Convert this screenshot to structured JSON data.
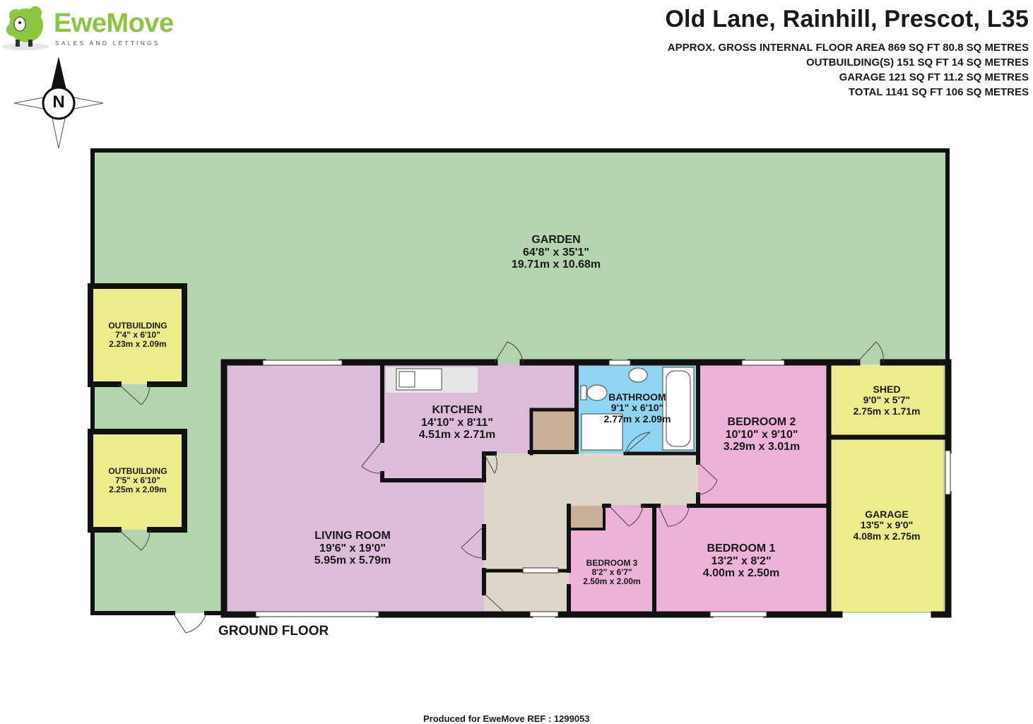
{
  "header": {
    "address": "Old Lane, Rainhill, Prescot, L35",
    "area_lines": [
      "APPROX. GROSS INTERNAL FLOOR AREA 869 SQ FT 80.8 SQ METRES",
      "OUTBUILDING(S) 151 SQ FT 14 SQ METRES",
      "GARAGE 121 SQ FT 11.2 SQ METRES",
      "TOTAL 1141 SQ FT 106 SQ METRES"
    ]
  },
  "brand": {
    "name": "EweMove",
    "tagline": "SALES AND LETTINGS"
  },
  "compass": {
    "label": "N"
  },
  "colors": {
    "garden": "#b3d4ad",
    "living": "#ddbcd9",
    "bedroom": "#edb2d7",
    "bathroom": "#8fd4f1",
    "hall": "#dcd7c8",
    "outbuilding": "#ecec8d",
    "cupboard": "#cbb099",
    "wall": "#111111"
  },
  "rooms": {
    "garden": {
      "name": "GARDEN",
      "imperial": "64'8\"  x 35'1\"",
      "metric": "19.71m  x 10.68m"
    },
    "outbuilding_1": {
      "name": "OUTBUILDING",
      "imperial": "7'4\"  x 6'10\"",
      "metric": "2.23m  x 2.09m"
    },
    "outbuilding_2": {
      "name": "OUTBUILDING",
      "imperial": "7'5\"  x 6'10\"",
      "metric": "2.25m  x 2.09m"
    },
    "kitchen": {
      "name": "KITCHEN",
      "imperial": "14'10\"  x 8'11\"",
      "metric": "4.51m  x 2.71m"
    },
    "bathroom": {
      "name": "BATHROOM",
      "imperial": "9'1\"  x 6'10\"",
      "metric": "2.77m  x 2.09m"
    },
    "bedroom_2": {
      "name": "BEDROOM 2",
      "imperial": "10'10\"  x 9'10\"",
      "metric": "3.29m  x 3.01m"
    },
    "shed": {
      "name": "SHED",
      "imperial": "9'0\"  x 5'7\"",
      "metric": "2.75m  x 1.71m"
    },
    "garage": {
      "name": "GARAGE",
      "imperial": "13'5\"  x 9'0\"",
      "metric": "4.08m  x 2.75m"
    },
    "living_room": {
      "name": "LIVING ROOM",
      "imperial": "19'6\"  x 19'0\"",
      "metric": "5.95m  x 5.79m"
    },
    "bedroom_3": {
      "name": "BEDROOM 3",
      "imperial": "8'2\"  x 6'7\"",
      "metric": "2.50m  x 2.00m"
    },
    "bedroom_1": {
      "name": "BEDROOM 1",
      "imperial": "13'2\"  x 8'2\"",
      "metric": "4.00m  x 2.50m"
    }
  },
  "floor_label": "GROUND FLOOR",
  "footer": "Produced for EweMove    REF : 1299053"
}
